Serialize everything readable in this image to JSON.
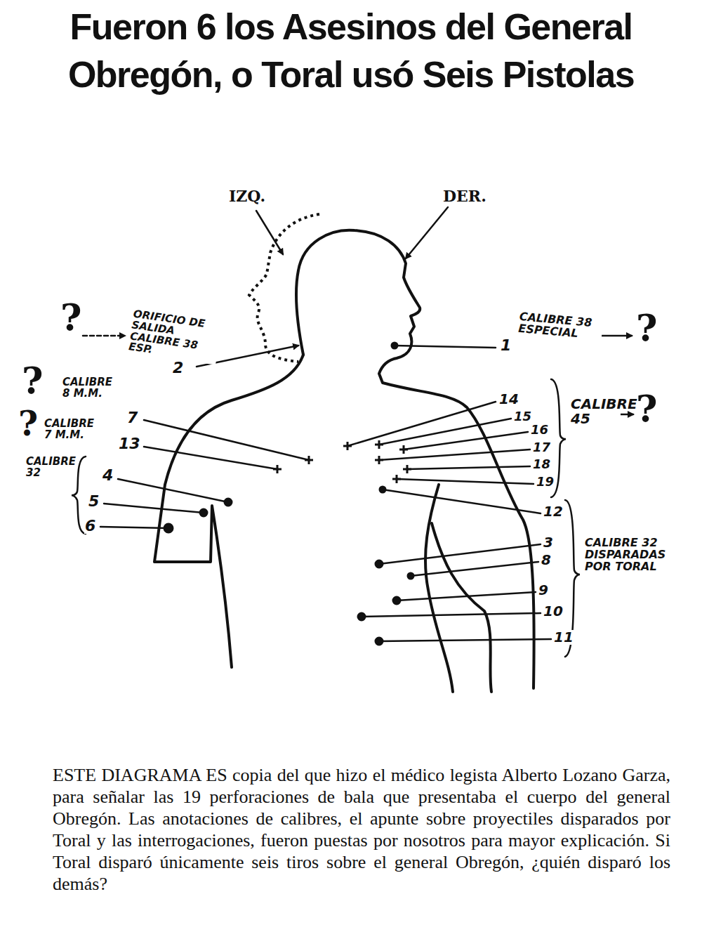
{
  "diagram": {
    "title": "Fueron 6 los Asesinos del General Obregón, o Toral usó Seis Pistolas",
    "caption": "ESTE DIAGRAMA ES copia del que hizo el médico legista Alberto Lozano Garza, para señalar las 19 perforaciones de bala que presentaba el cuerpo del general Obregón. Las anotaciones de calibres, el apunte sobre proyectiles disparados por Toral y las interrogaciones, fueron puestas por nosotros para mayor explicación. Si Toral disparó únicamente seis tiros sobre el general Obregón, ¿quién disparó los demás?",
    "labels": [
      "IZQ.",
      "DER.",
      "?",
      "ORIFICIO DE SALIDA CALIBRE 38 ESP.",
      "2",
      "CALIBRE 38 ESPECIAL",
      "1",
      "?",
      "?",
      "CALIBRE 8 M.M.",
      "?",
      "CALIBRE 7 M.M.",
      "7",
      "13",
      "CALIBRE 32",
      "4",
      "5",
      "6",
      "14",
      "15",
      "16",
      "17",
      "18",
      "19",
      "CALIBRE 45",
      "?",
      "12",
      "3",
      "8",
      "9",
      "10",
      "11",
      "CALIBRE 32 DISPARADAS POR TORAL"
    ]
  }
}
